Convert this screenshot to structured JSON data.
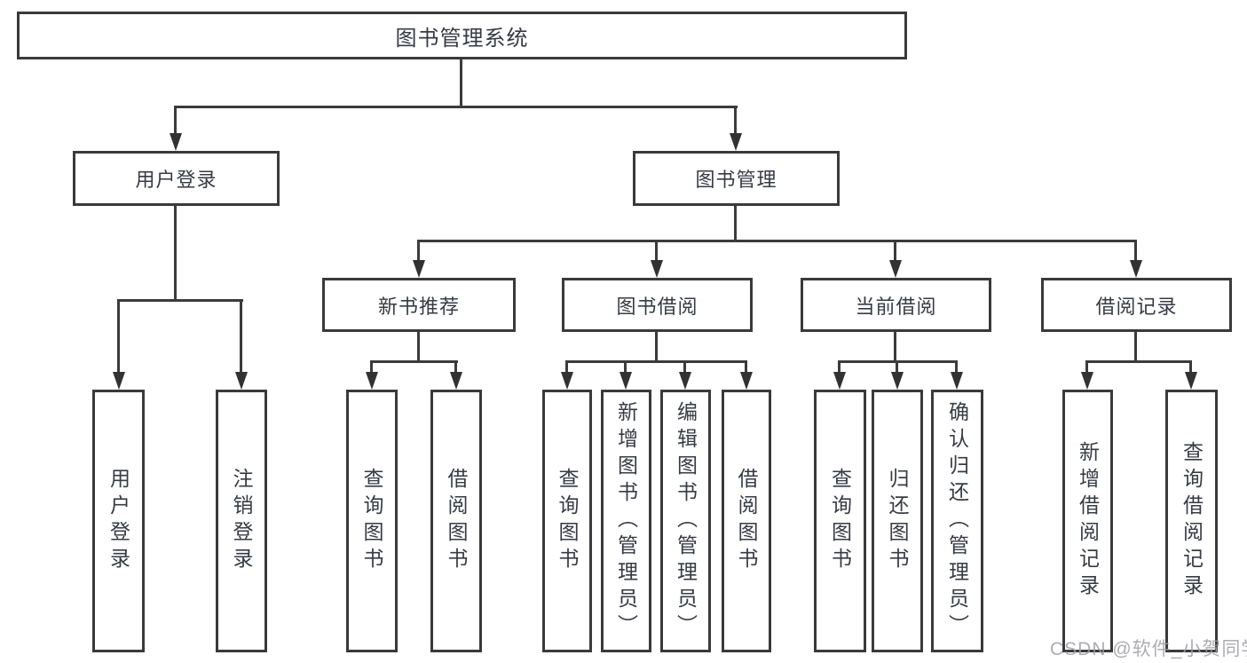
{
  "diagram": {
    "watermark": "CSDN @软件_小贺同学",
    "colors": {
      "line": "#3b3b3b",
      "box_border": "#3a3a3a",
      "text": "#363b44",
      "watermark": "#9e9ea4",
      "background": "#ffffff"
    },
    "tree": {
      "root": "图书管理系统",
      "branches": [
        {
          "label": "用户登录",
          "leaves": [
            "用户登录",
            "注销登录"
          ]
        },
        {
          "label": "图书管理",
          "sections": [
            {
              "label": "新书推荐",
              "leaves": [
                "查询图书",
                "借阅图书"
              ]
            },
            {
              "label": "图书借阅",
              "leaves": [
                "查询图书",
                "新增图书（管理员）",
                "编辑图书（管理员）",
                "借阅图书"
              ]
            },
            {
              "label": "当前借阅",
              "leaves": [
                "查询图书",
                "归还图书",
                "确认归还（管理员）"
              ]
            },
            {
              "label": "借阅记录",
              "leaves": [
                "新增借阅记录",
                "查询借阅记录"
              ]
            }
          ]
        }
      ]
    }
  }
}
